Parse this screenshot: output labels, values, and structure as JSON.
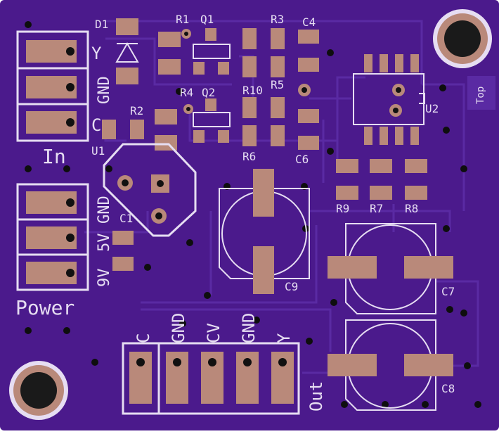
{
  "colors": {
    "board": "#4b1a8c",
    "trace": "#5a2aa3",
    "silk": "#e6ddf2",
    "pad": "#b9897a",
    "hole": "#1a1a1a",
    "via": "#0e0e0e"
  },
  "labels": {
    "D1": "D1",
    "R1": "R1",
    "Q1": "Q1",
    "R3": "R3",
    "C4": "C4",
    "R4": "R4",
    "Q2": "Q2",
    "R10": "R10",
    "R5": "R5",
    "U2": "U2",
    "R2": "R2",
    "U1": "U1",
    "R6": "R6",
    "C6": "C6",
    "R9": "R9",
    "R7": "R7",
    "R8": "R8",
    "C1": "C1",
    "C9": "C9",
    "C7": "C7",
    "C8": "C8",
    "in_y": "Y",
    "in_gnd": "GND",
    "in_c": "C",
    "in": "In",
    "pw_gnd": "GND",
    "pw_5v": "5V",
    "pw_9v": "9V",
    "power": "Power",
    "out_c": "C",
    "out_gnd1": "GND",
    "out_cv": "CV",
    "out_gnd2": "GND",
    "out_y": "Y",
    "out": "Out",
    "top": "Top"
  }
}
